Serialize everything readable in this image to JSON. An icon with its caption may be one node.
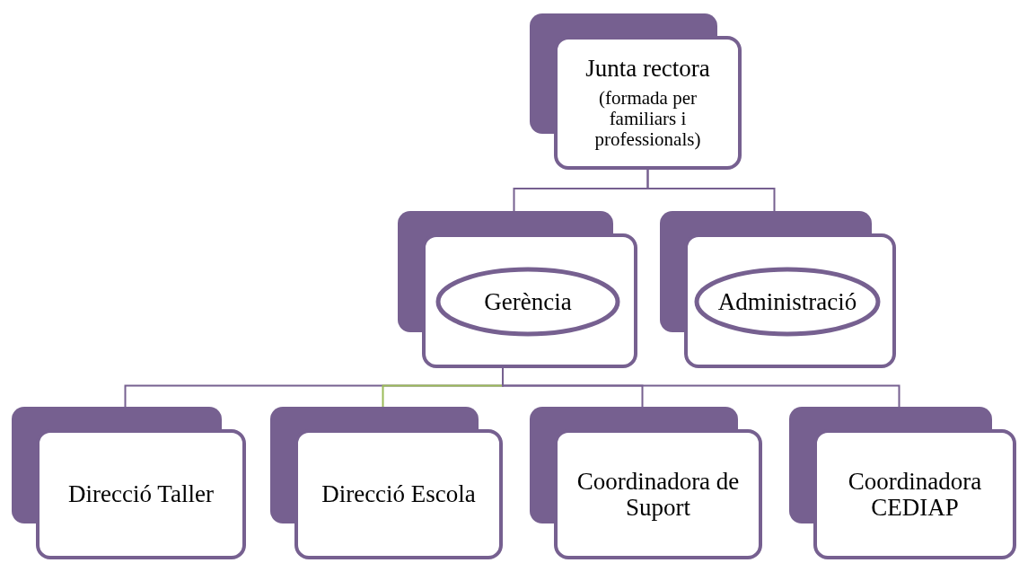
{
  "diagram": {
    "nodes": [
      {
        "text": [
          "Junta rectora",
          "(formada per familiars i professionals)"
        ]
      },
      {
        "text": [],
        "shape": "box"
      },
      {
        "text": [
          "Gerència"
        ],
        "in": 1
      },
      {
        "text": [],
        "shape": "box"
      },
      {
        "text": [
          "Administració"
        ],
        "in": 3
      },
      {
        "text": [
          "Direcció Taller"
        ]
      },
      {
        "text": [
          "Direcció Escola"
        ]
      },
      {
        "text": [
          "Coordinadora de Suport"
        ]
      },
      {
        "text": [
          "Coordinadora CEDIAP"
        ]
      }
    ],
    "edges": [
      {
        "from": 0,
        "to": 1,
        "arrow": "none"
      },
      {
        "from": 0,
        "to": 3,
        "arrow": "none"
      },
      {
        "from": 1,
        "to": 5,
        "arrow": "none"
      },
      {
        "from": 1,
        "to": 6,
        "arrow": "none",
        "color": "#9bbb59"
      },
      {
        "from": 1,
        "to": 7,
        "arrow": "none"
      },
      {
        "from": 1,
        "to": 8,
        "arrow": "none"
      }
    ]
  }
}
